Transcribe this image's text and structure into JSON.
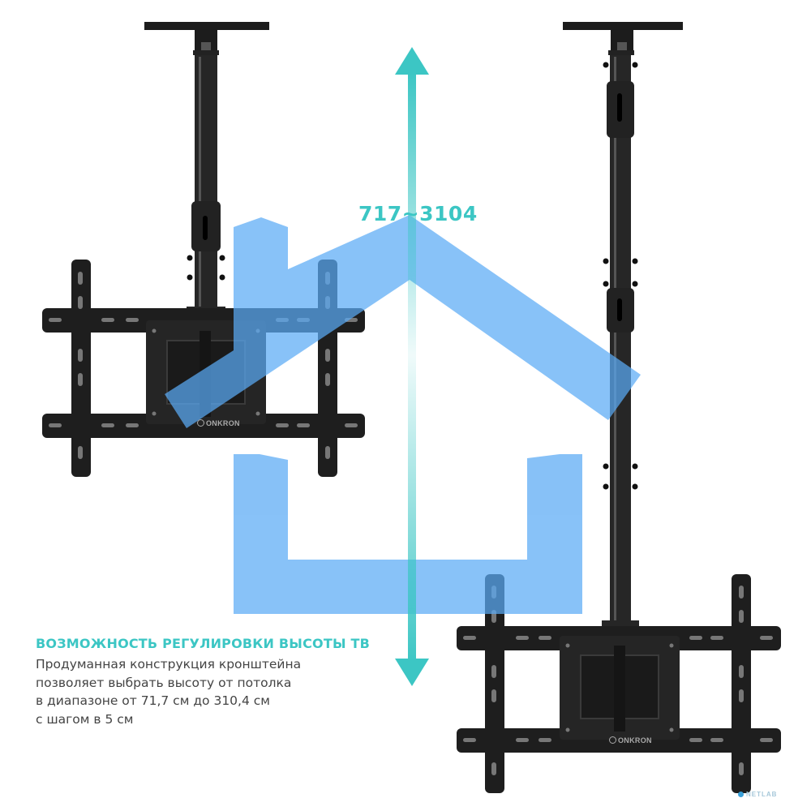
{
  "measurement": {
    "label": "717~3104"
  },
  "feature": {
    "title": "ВОЗМОЖНОСТЬ РЕГУЛИРОВКИ ВЫСОТЫ ТВ",
    "lines": [
      "Продуманная конструкция кронштейна",
      "позволяет выбрать высоту от потолка",
      "в диапазоне от 71,7 см до 310,4 см",
      "с шагом в 5 см"
    ]
  },
  "brand": {
    "name": "ONKRON"
  },
  "watermark": {
    "text": "NETLAB"
  },
  "colors": {
    "accent": "#3cc6c4",
    "house": "#5aaaf5",
    "mount": "#1e1e1e",
    "text": "#444444"
  },
  "icons": {
    "house": "house-icon",
    "height_arrow": "double-arrow-icon",
    "brand_logo": "onkron-logo-icon",
    "watermark_logo": "netlab-logo-icon"
  }
}
